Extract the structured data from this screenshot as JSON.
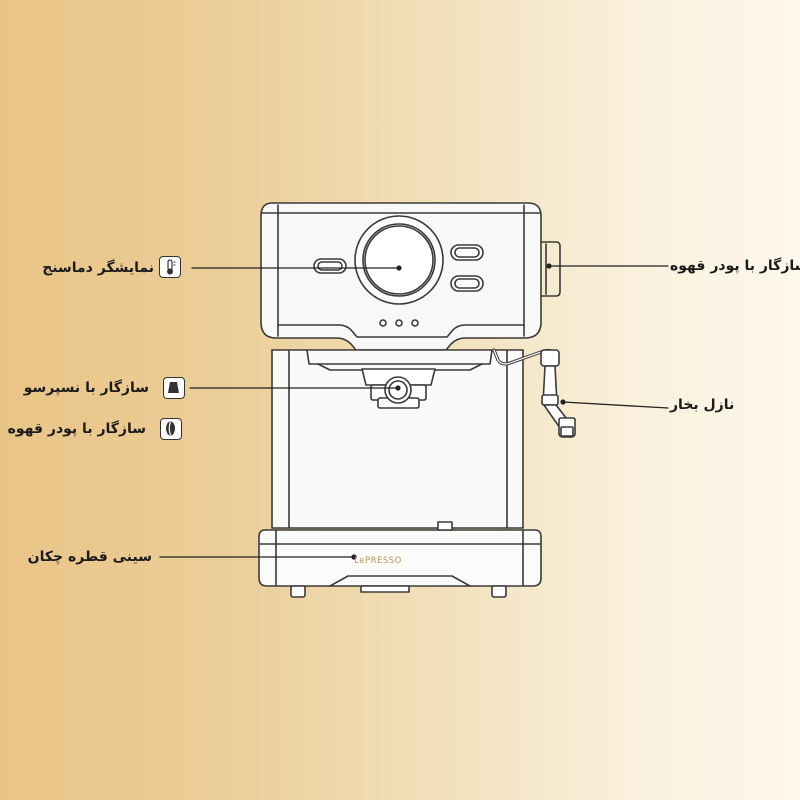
{
  "callouts": {
    "temperature_gauge": {
      "text": "نمایشگر دماسنج",
      "icon": "thermometer-icon"
    },
    "espresso_compatible": {
      "text": "سازگار با نسپرسو",
      "icon": "capsule-icon"
    },
    "ground_coffee_compatible": {
      "text": "سازگار با پودر قهوه",
      "icon": "coffee-bean-icon"
    },
    "drip_tray": {
      "text": "سینی قطره چکان"
    },
    "steam_knob": {
      "text": "سازگار با پودر قهوه"
    },
    "steam_nozzle": {
      "text": "نازل بخار"
    }
  },
  "machine": {
    "brand": "LePRESSO"
  },
  "colors": {
    "line": "#333333",
    "machine_body": "#f7f7f5",
    "background_warm": "#e9c486",
    "background_light": "#fdf8ec"
  }
}
